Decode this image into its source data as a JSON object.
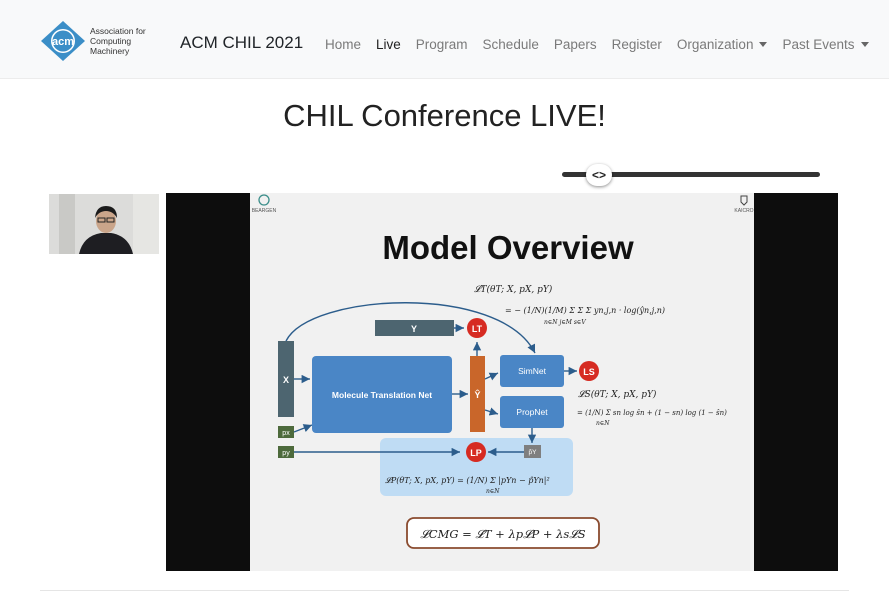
{
  "navbar": {
    "logo_line1": "Association for",
    "logo_line2": "Computing Machinery",
    "logo_mark": "acm",
    "brand": "ACM CHIL 2021",
    "items": [
      {
        "label": "Home",
        "active": false,
        "dropdown": false
      },
      {
        "label": "Live",
        "active": true,
        "dropdown": false
      },
      {
        "label": "Program",
        "active": false,
        "dropdown": false
      },
      {
        "label": "Schedule",
        "active": false,
        "dropdown": false
      },
      {
        "label": "Papers",
        "active": false,
        "dropdown": false
      },
      {
        "label": "Register",
        "active": false,
        "dropdown": false
      },
      {
        "label": "Organization",
        "active": false,
        "dropdown": true
      },
      {
        "label": "Past Events",
        "active": false,
        "dropdown": true
      }
    ]
  },
  "page": {
    "title": "CHIL Conference LIVE!"
  },
  "slider": {
    "handle_glyph": "<>"
  },
  "slide": {
    "title": "Model Overview",
    "logo_left": "BEARGEN",
    "logo_right": "KAICRO",
    "boxes": {
      "x": "X",
      "y": "Y",
      "y_hat": "Ŷ",
      "mtn": "Molecule Translation Net",
      "simnet": "SimNet",
      "propnet": "PropNet",
      "px": "px",
      "py": "py",
      "py_hat": "p̂Y"
    },
    "losses": {
      "lt": "LT",
      "ls": "LS",
      "lp": "LP"
    },
    "equations": {
      "lt_1": "𝓛T(θT; X, pX, pY)",
      "lt_2": "= − (1/N)(1/M) Σ Σ Σ yn,j,n · log(ŷn,j,n)",
      "lt_2_sub": "n∈N  j∈M  s∈V",
      "ls_1": "𝓛S(θT; X, pX, pY)",
      "ls_2": "= (1/N) Σ sn log ŝn + (1 − sn) log (1 − ŝn)",
      "ls_2_sub": "n∈N",
      "lp": "𝓛P(θT; X, pX, pY) = (1/N) Σ |pYn − p̂Yn|²",
      "lp_sub": "n∈N",
      "total": "𝓛CMG = 𝓛T + λp𝓛P + λs𝓛S"
    }
  },
  "colors": {
    "box_blue": "#4a86c6",
    "box_dark": "#4d6570",
    "box_orange": "#c9662a",
    "loss_red": "#d62b22",
    "highlight": "#bfdcf4",
    "total_border": "#8a4b2f"
  }
}
